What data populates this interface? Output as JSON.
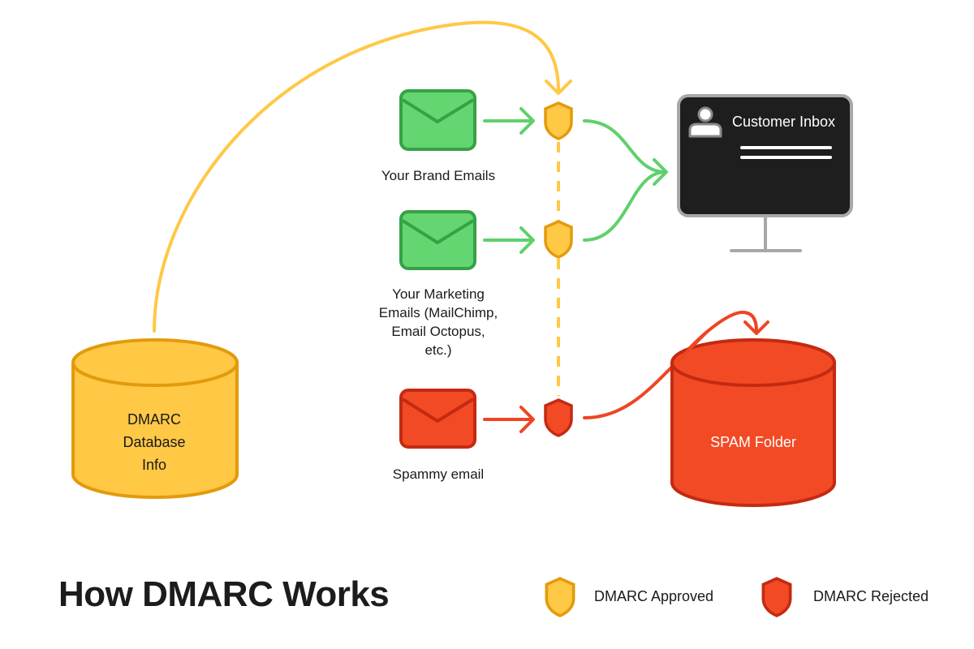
{
  "title": "How DMARC Works",
  "colors": {
    "approved_fill": "#FFC845",
    "approved_stroke": "#E39B0B",
    "rejected_fill": "#F24A24",
    "rejected_stroke": "#C42A12",
    "email_green_fill": "#63D672",
    "email_green_stroke": "#37A146",
    "arrow_green": "#5FD06C",
    "arrow_red": "#EE4523",
    "arrow_yellow": "#FFC845",
    "monitor_screen": "#1E1E1E",
    "monitor_frame": "#A8A8A8"
  },
  "sources": [
    {
      "label": "Your Brand Emails",
      "status": "approved"
    },
    {
      "label": "Your Marketing Emails (MailChimp, Email Octopus, etc.)",
      "lines": [
        "Your Marketing",
        "Emails (MailChimp,",
        "Email Octopus,",
        "etc.)"
      ],
      "status": "approved"
    },
    {
      "label": "Spammy email",
      "status": "rejected"
    }
  ],
  "database": {
    "lines": [
      "DMARC",
      "Database",
      "Info"
    ]
  },
  "inbox": {
    "label": "Customer Inbox"
  },
  "spam": {
    "label": "SPAM Folder"
  },
  "legend": [
    {
      "label": "DMARC Approved",
      "status": "approved"
    },
    {
      "label": "DMARC Rejected",
      "status": "rejected"
    }
  ]
}
